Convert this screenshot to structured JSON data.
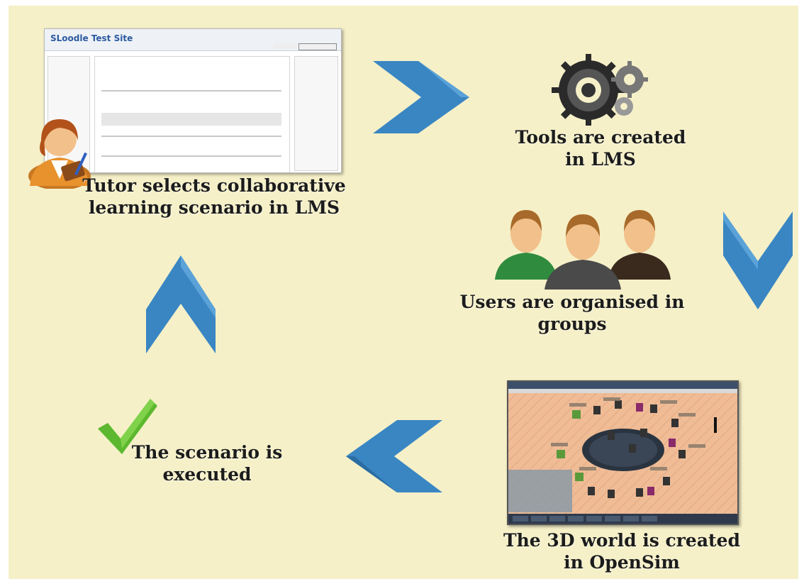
{
  "captions": {
    "tutor": [
      "Tutor selects collaborative",
      "learning scenario in LMS"
    ],
    "tools": [
      "Tools are created",
      "in LMS"
    ],
    "users": [
      "Users are organised in",
      "groups"
    ],
    "world": [
      "The 3D world is created",
      "in OpenSim"
    ],
    "executed": [
      "The scenario is",
      "executed"
    ]
  },
  "lms_screenshot": {
    "site_title": "SLoodle Test Site"
  },
  "colors": {
    "background": "#f5f0c8",
    "arrow": "#3a86c3",
    "arrow_dark": "#2b6da3",
    "check": "#5cb82e"
  },
  "icons": [
    "tutor-icon",
    "gears-icon",
    "users-group-icon",
    "checkmark-icon"
  ]
}
